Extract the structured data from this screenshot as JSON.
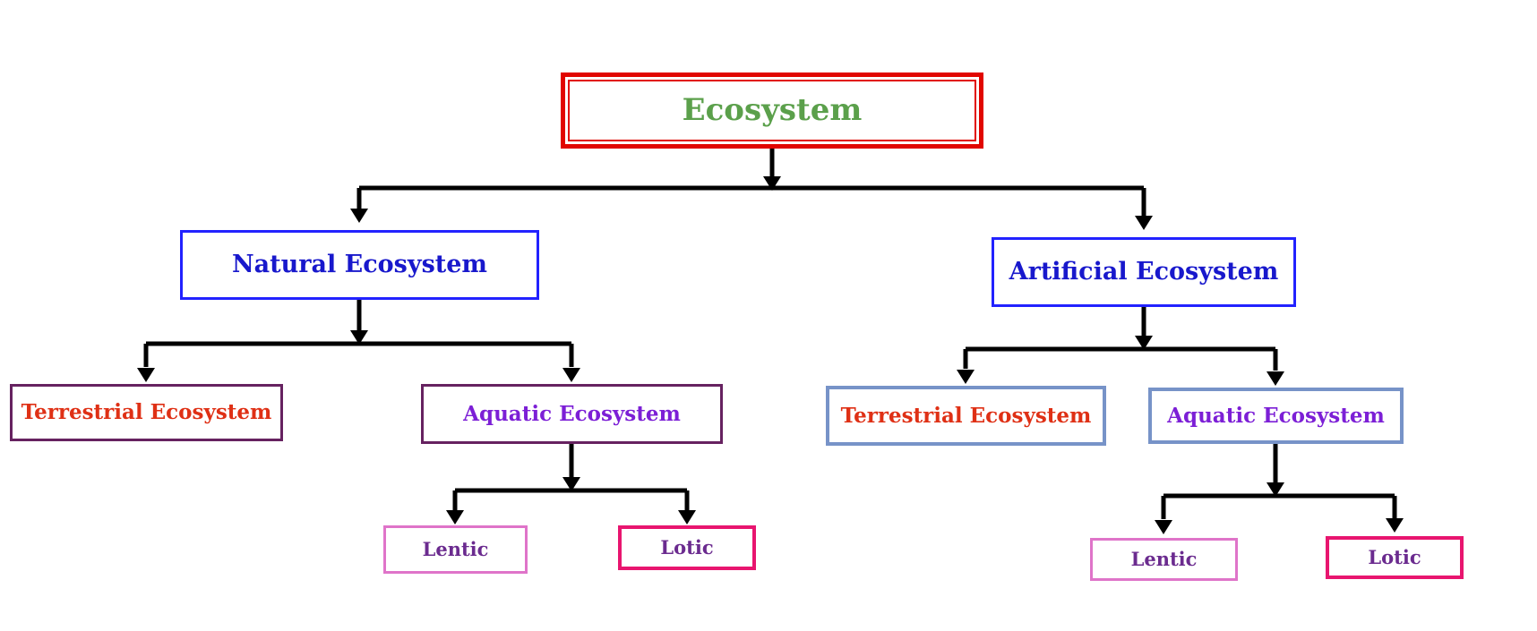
{
  "diagram": {
    "title": "Ecosystem hierarchy flowchart",
    "background": "#ffffff",
    "connector_color": "#000000",
    "nodes": {
      "ecosystem": {
        "label": "Ecosystem",
        "border_color": "#e10600",
        "text_color": "#5ba04b"
      },
      "natural": {
        "label": "Natural Ecosystem",
        "border_color": "#2222ff",
        "text_color": "#1818cc"
      },
      "artificial": {
        "label": "Artificial Ecosystem",
        "border_color": "#2222ff",
        "text_color": "#1818cc"
      },
      "terrestrial_left": {
        "label": "Terrestrial Ecosystem",
        "border_color": "#662260",
        "text_color": "#df3015"
      },
      "aquatic_left": {
        "label": "Aquatic Ecosystem",
        "border_color": "#662260",
        "text_color": "#7c1fd6"
      },
      "lentic_left": {
        "label": "Lentic",
        "border_color": "#df74c9",
        "text_color": "#6b2b8f"
      },
      "lotic_left": {
        "label": "Lotic",
        "border_color": "#e8156f",
        "text_color": "#6b2b8f"
      },
      "terrestrial_right": {
        "label": "Terrestrial Ecosystem",
        "border_color": "#7793c8",
        "text_color": "#df3015"
      },
      "aquatic_right": {
        "label": "Aquatic Ecosystem",
        "border_color": "#7793c8",
        "text_color": "#7c1fd6"
      },
      "lentic_right": {
        "label": "Lentic",
        "border_color": "#df74c9",
        "text_color": "#6b2b8f"
      },
      "lotic_right": {
        "label": "Lotic",
        "border_color": "#e8156f",
        "text_color": "#6b2b8f"
      }
    },
    "edges": [
      {
        "from": "ecosystem",
        "to": [
          "natural",
          "artificial"
        ]
      },
      {
        "from": "natural",
        "to": [
          "terrestrial_left",
          "aquatic_left"
        ]
      },
      {
        "from": "aquatic_left",
        "to": [
          "lentic_left",
          "lotic_left"
        ]
      },
      {
        "from": "artificial",
        "to": [
          "terrestrial_right",
          "aquatic_right"
        ]
      },
      {
        "from": "aquatic_right",
        "to": [
          "lentic_right",
          "lotic_right"
        ]
      }
    ]
  }
}
